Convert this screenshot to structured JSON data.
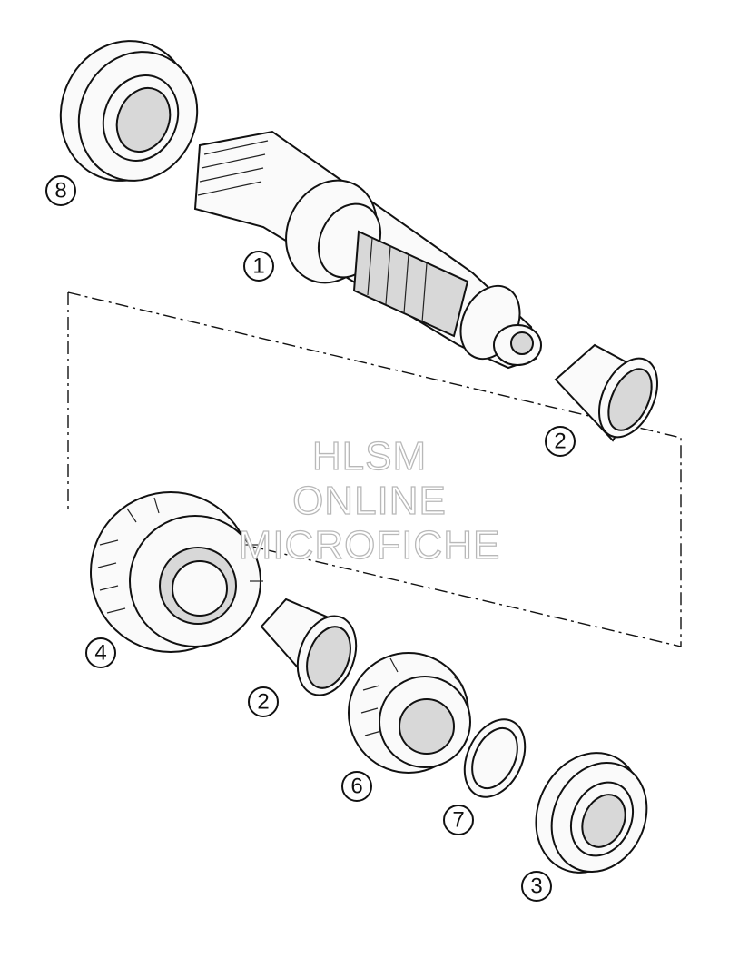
{
  "callouts": [
    {
      "id": "8",
      "label": "8"
    },
    {
      "id": "1",
      "label": "1"
    },
    {
      "id": "2a",
      "label": "2"
    },
    {
      "id": "4",
      "label": "4"
    },
    {
      "id": "2b",
      "label": "2"
    },
    {
      "id": "6",
      "label": "6"
    },
    {
      "id": "7",
      "label": "7"
    },
    {
      "id": "3",
      "label": "3"
    }
  ],
  "watermark": {
    "line1": "HLSM",
    "line2": "ONLINE",
    "line3": "MICROFICHE"
  }
}
